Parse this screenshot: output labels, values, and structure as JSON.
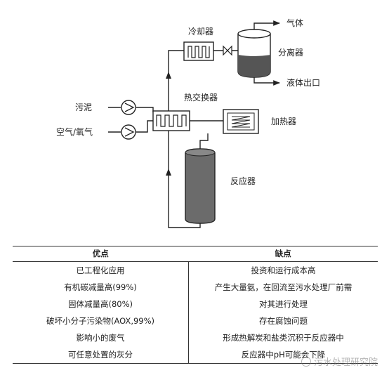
{
  "diagram": {
    "labels": {
      "cooler": "冷却器",
      "gas": "气体",
      "separator": "分离器",
      "liquid_outlet": "液体出口",
      "sludge": "污泥",
      "heat_exchanger": "热交换器",
      "air_oxygen": "空气/氧气",
      "heater": "加热器",
      "reactor": "反应器"
    }
  },
  "table": {
    "headers": {
      "pros": "优点",
      "cons": "缺点"
    },
    "pros": [
      "已工程化应用",
      "有机碳减量高(99%)",
      "固体减量高(80%)",
      "破坏小分子污染物(AOX,99%)",
      "影响小的废气",
      "可任意处置的灰分"
    ],
    "cons": [
      "投资和运行成本高",
      "产生大量氨，在回流至污水处理厂前需",
      "对其进行处理",
      "存在腐蚀问题",
      "形成热解炭和盐类沉积于反应器中",
      "反应器中pH可能会下降"
    ]
  },
  "watermark": {
    "text": "污水处理研究院"
  }
}
